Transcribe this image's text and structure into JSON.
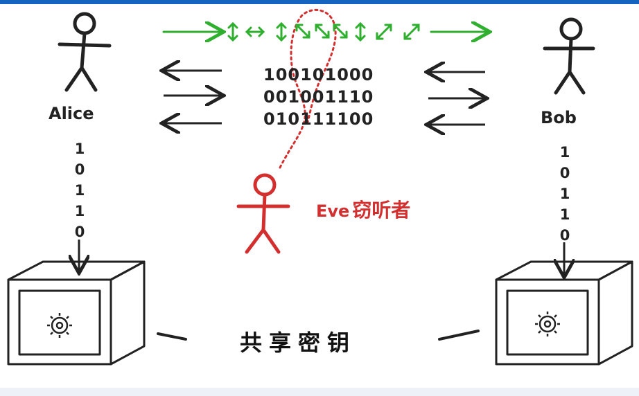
{
  "labels": {
    "alice": "Alice",
    "bob": "Bob",
    "eve": "Eve",
    "eve_role": "窃听者",
    "shared_key": "共享密钥"
  },
  "binary_messages": [
    "100101000",
    "001001110",
    "010111100"
  ],
  "alice_key_bits": [
    "1",
    "0",
    "1",
    "1",
    "0"
  ],
  "bob_key_bits": [
    "1",
    "0",
    "1",
    "1",
    "0"
  ],
  "colors": {
    "top_bar": "#1565c0",
    "quantum_channel": "#2eaf2e",
    "eavesdropper": "#d32f2f",
    "ink": "#222222"
  }
}
